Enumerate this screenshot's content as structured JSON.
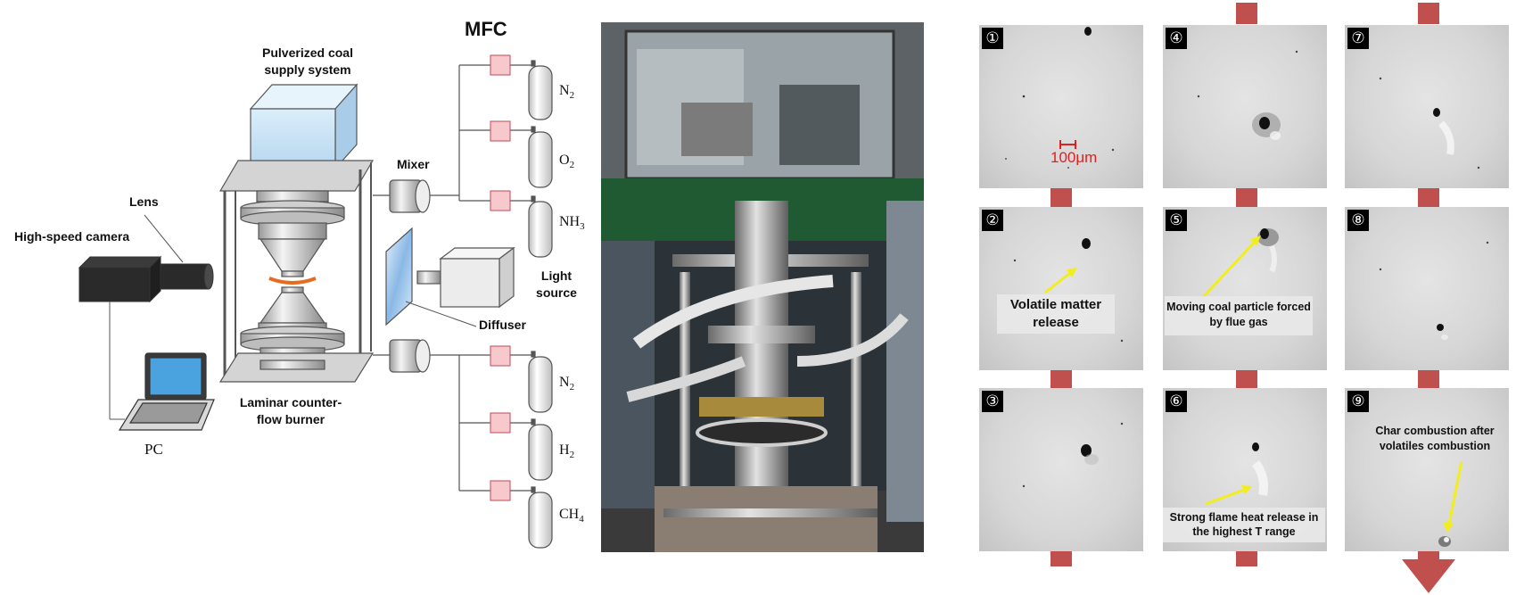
{
  "schematic": {
    "mfc_title": "MFC",
    "pulverized_coal_label": "Pulverized coal supply system",
    "mixer_label": "Mixer",
    "lens_label": "Lens",
    "camera_label": "High-speed camera",
    "light_source_label": "Light source",
    "diffuser_label": "Diffuser",
    "burner_label": "Laminar counter-flow burner",
    "pc_label": "PC",
    "top_gases": [
      {
        "base": "N",
        "sub": "2"
      },
      {
        "base": "O",
        "sub": "2"
      },
      {
        "base": "NH",
        "sub": "3"
      }
    ],
    "bottom_gases": [
      {
        "base": "N",
        "sub": "2"
      },
      {
        "base": "H",
        "sub": "2"
      },
      {
        "base": "CH",
        "sub": "4"
      }
    ]
  },
  "frames": [
    {
      "num": "①",
      "scale": "100μm"
    },
    {
      "num": "②",
      "note": "Volatile matter release"
    },
    {
      "num": "③"
    },
    {
      "num": "④"
    },
    {
      "num": "⑤",
      "note": "Moving coal particle forced by flue gas"
    },
    {
      "num": "⑥",
      "note": "Strong flame heat release in the highest T range"
    },
    {
      "num": "⑦"
    },
    {
      "num": "⑧"
    },
    {
      "num": "⑨",
      "note": "Char combustion after volatiles combustion"
    }
  ],
  "colors": {
    "progress_arrow": "#c0504d",
    "annotation_arrow": "#f2ee1c",
    "scale_bar": "#e02020",
    "mfc_box": "#f7c8cc",
    "supply_box": "#cfe4f4"
  }
}
